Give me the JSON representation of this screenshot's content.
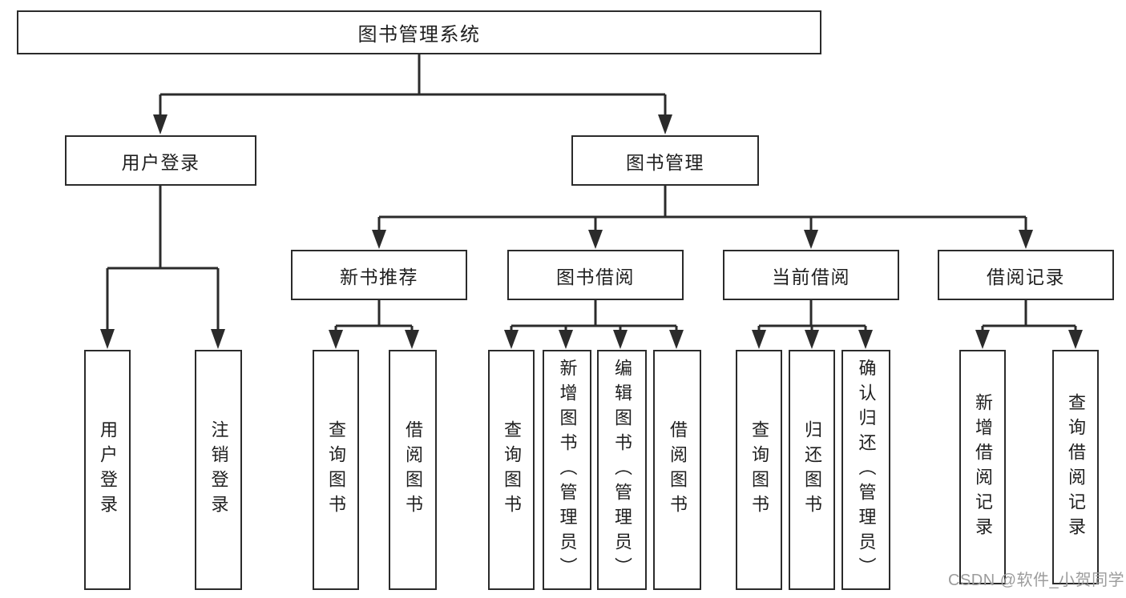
{
  "tree": {
    "label": "图书管理系统",
    "children": [
      {
        "label": "用户登录",
        "children": [
          {
            "label": "用户登录"
          },
          {
            "label": "注销登录"
          }
        ]
      },
      {
        "label": "图书管理",
        "children": [
          {
            "label": "新书推荐",
            "children": [
              {
                "label": "查询图书"
              },
              {
                "label": "借阅图书"
              }
            ]
          },
          {
            "label": "图书借阅",
            "children": [
              {
                "label": "查询图书"
              },
              {
                "label": "新增图书（管理员）"
              },
              {
                "label": "编辑图书（管理员）"
              },
              {
                "label": "借阅图书"
              }
            ]
          },
          {
            "label": "当前借阅",
            "children": [
              {
                "label": "查询图书"
              },
              {
                "label": "归还图书"
              },
              {
                "label": "确认归还（管理员）"
              }
            ]
          },
          {
            "label": "借阅记录",
            "children": [
              {
                "label": "新增借阅记录"
              },
              {
                "label": "查询借阅记录"
              }
            ]
          }
        ]
      }
    ]
  },
  "watermark": {
    "text": "CSDN @软件_小贺同学"
  },
  "colors": {
    "line": "#2b2b2b",
    "text": "#1f1f1f",
    "watermark": "#9c9c9c",
    "background": "#ffffff"
  }
}
